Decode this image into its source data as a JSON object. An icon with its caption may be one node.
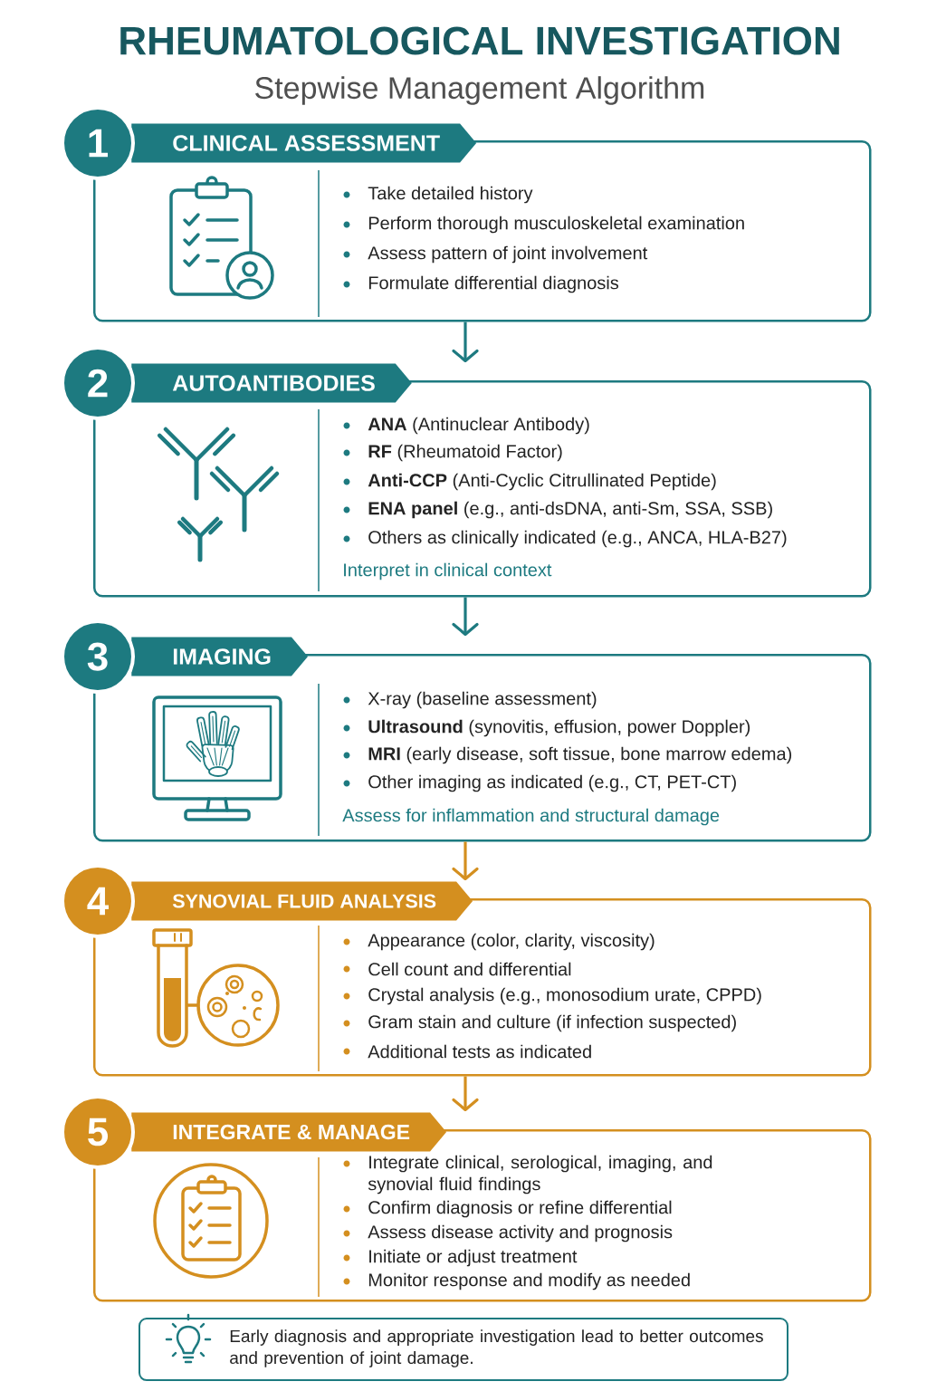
{
  "diagram": {
    "title": "RHEUMATOLOGICAL INVESTIGATION",
    "nodes": [
      {
        "text": [
          "1"
        ]
      },
      {
        "text": [
          "CLINICAL ASSESSMENT",
          "Take detailed history",
          "Perform thorough musculoskeletal examination",
          "Assess pattern of joint involvement",
          "Formulate differential diagnosis"
        ]
      },
      {
        "text": [
          "2"
        ]
      },
      {
        "text": [
          "AUTOANTIBODIES",
          "**ANA** (Antinuclear Antibody)",
          "**RF** (Rheumatoid Factor)",
          "**Anti-CCP** (Anti-Cyclic Citrullinated Peptide)",
          "**ENA panel** (e.g., anti-dsDNA, anti-Sm, SSA, SSB)",
          "Others as clinically indicated (e.g., ANCA, HLA-B27)",
          "Interpret in clinical context"
        ]
      },
      {
        "text": [
          "3"
        ]
      },
      {
        "text": [
          "IMAGING",
          "X-ray (baseline assessment)",
          "**Ultrasound** (synovitis, effusion, power Doppler)",
          "**MRI** (early disease, soft tissue, bone marrow edema)",
          "Other imaging as indicated (e.g., CT, PET-CT)",
          "Assess for inflammation and structural damage"
        ]
      },
      {
        "text": [
          "4"
        ]
      },
      {
        "text": [
          "SYNOVIAL FLUID ANALYSIS",
          "Appearance (color, clarity, viscosity)",
          "Cell count and differential",
          "Crystal analysis (e.g., monosodium urate, CPPD)",
          "Gram stain and culture (if infection suspected)",
          "Additional tests as indicated"
        ]
      },
      {
        "text": [
          "5"
        ]
      },
      {
        "text": [
          "INTEGRATE & MANAGE",
          "Integrate clinical, serological, imaging, and synovial fluid findings",
          "Confirm diagnosis or refine differential",
          "Assess disease activity and prognosis",
          "Initiate or adjust treatment",
          "Monitor response and modify as needed"
        ]
      },
      {
        "text": [
          "Early diagnosis and appropriate investigation lead to better outcomes and prevention of joint damage."
        ]
      }
    ],
    "edges": [
      {
        "from": 1,
        "to": 3,
        "arrow": "to",
        "color": "#1d7a80"
      },
      {
        "from": 3,
        "to": 5,
        "arrow": "to",
        "color": "#1d7a80"
      },
      {
        "from": 5,
        "to": 7,
        "arrow": "to",
        "color": "#d48f1f"
      },
      {
        "from": 7,
        "to": 9,
        "arrow": "to",
        "color": "#d48f1f"
      }
    ],
    "labels": [
      "Stepwise Management Algorithm"
    ]
  }
}
